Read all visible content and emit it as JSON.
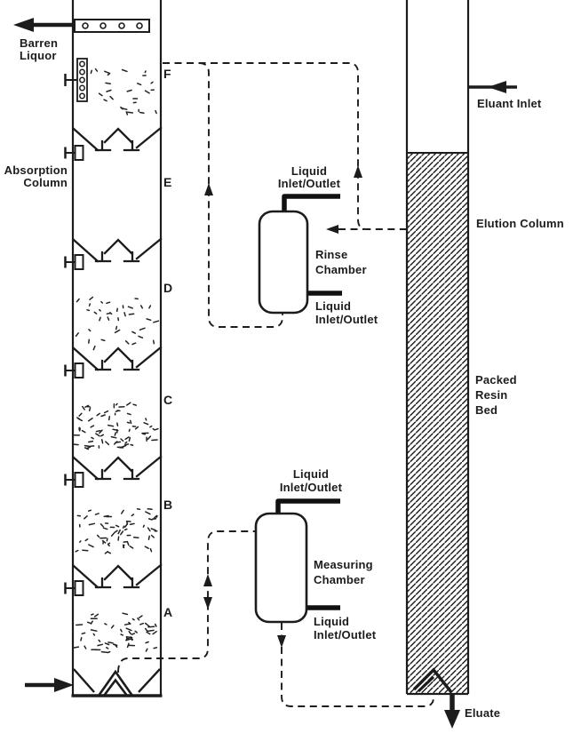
{
  "labels": {
    "barren_liquor": [
      "Barren",
      "Liquor"
    ],
    "absorption_column": [
      "Absorption",
      "Column"
    ],
    "sections": [
      "F",
      "E",
      "D",
      "C",
      "B",
      "A"
    ],
    "rinse_chamber": [
      "Rinse",
      "Chamber"
    ],
    "rinse_top_port": [
      "Liquid",
      "Inlet/Outlet"
    ],
    "rinse_bottom_port": [
      "Liquid",
      "Inlet/Outlet"
    ],
    "measuring_chamber": [
      "Measuring",
      "Chamber"
    ],
    "measuring_top_port": [
      "Liquid",
      "Inlet/Outlet"
    ],
    "measuring_bottom_port": [
      "Liquid",
      "Inlet/Outlet"
    ],
    "eluant_inlet": "Eluant Inlet",
    "elution_column": "Elution Column",
    "packed_resin_bed": [
      "Packed",
      "Resin",
      "Bed"
    ],
    "eluate": "Eluate"
  },
  "colors": {
    "ink": "#1c1c1c",
    "background": "#ffffff"
  }
}
